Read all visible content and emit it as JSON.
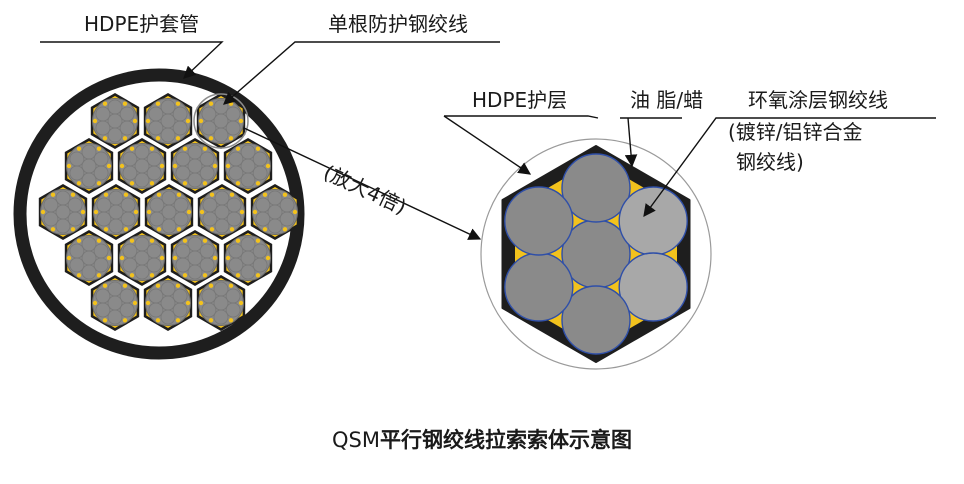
{
  "labels": {
    "hdpe_sheath": "HDPE护套管",
    "single_strand": "单根防护钢绞线",
    "magnify": "(放大4倍)",
    "hdpe_layer": "HDPE护层",
    "grease": "油 脂/蜡",
    "epoxy_strand": "环氧涂层钢绞线",
    "galv_line1": "(镀锌/铝锌合金",
    "galv_line2": "钢绞线)"
  },
  "title": {
    "prefix": "QSM",
    "main": "平行钢绞线拉索索体示意图"
  },
  "colors": {
    "sheath": "#1e1e1e",
    "grease": "#f2c21d",
    "wire": "#8a8a8a",
    "wire_light": "#a8a8a8",
    "highlight_blue": "#2f4fa8"
  }
}
